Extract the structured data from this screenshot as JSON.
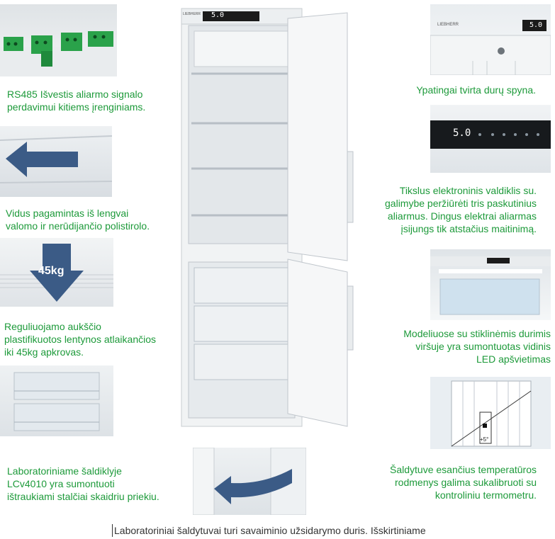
{
  "captions": {
    "rs485": "RS485 Išvestis aliarmo signalo\nperdavimui kitiems įrenginiams.",
    "interior": "Vidus pagamintas iš lengvai\nvalomo ir nerūdijančio  polistirolo.",
    "shelves": "Reguliuojamo aukščio\nplastifikuotos lentynos atlaikančios\niki 45kg apkrovas.",
    "freezer": "Laboratoriniame šaldiklyje\nLCv4010 yra sumontuoti\ništraukiami stalčiai skaidriu priekiu.",
    "lock": "Ypatingai tvirta durų spyna.",
    "controller": "Tikslus elektroninis valdiklis su.\ngalimybe peržiūrėti tris paskutinius\naliarmus. Dingus elektrai aliarmas\nįsijungs tik atstačius maitinimą.",
    "led": "Modeliuose su stiklinėmis durimis\nviršuje yra sumontuotas vidinis\nLED apšvietimas",
    "thermo": "Šaldytuve esančius temperatūros\nrodmenys galima sukalibruoti su\nkontroliniu termometru."
  },
  "bottom_note": "Laboratoriniai šaldytuvai turi savaiminio užsidarymo duris. Išskirtiniame",
  "load_label": "45kg",
  "display_reading": "5.0",
  "angle_label": "+5°",
  "brand": "LIEBHERR",
  "colors": {
    "caption": "#1d9a3a",
    "arrow": "#3b5b86"
  }
}
